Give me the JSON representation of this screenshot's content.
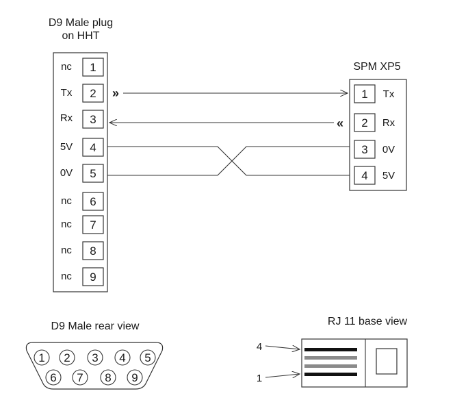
{
  "hht": {
    "title_line1": "D9 Male plug",
    "title_line2": "on HHT",
    "pins": [
      {
        "label": "nc",
        "num": "1"
      },
      {
        "label": "Tx",
        "num": "2"
      },
      {
        "label": "Rx",
        "num": "3"
      },
      {
        "label": "5V",
        "num": "4"
      },
      {
        "label": "0V",
        "num": "5"
      },
      {
        "label": "nc",
        "num": "6"
      },
      {
        "label": "nc",
        "num": "7"
      },
      {
        "label": "nc",
        "num": "8"
      },
      {
        "label": "nc",
        "num": "9"
      }
    ]
  },
  "spm": {
    "title": "SPM XP5",
    "pins": [
      {
        "num": "1",
        "label": "Tx"
      },
      {
        "num": "2",
        "label": "Rx"
      },
      {
        "num": "3",
        "label": "0V"
      },
      {
        "num": "4",
        "label": "5V"
      }
    ]
  },
  "wires": {
    "tx_marker": "»",
    "rx_marker": "«"
  },
  "d9_rear": {
    "title": "D9 Male rear view",
    "top_row": [
      "1",
      "2",
      "3",
      "4",
      "5"
    ],
    "bottom_row": [
      "6",
      "7",
      "8",
      "9"
    ]
  },
  "rj11": {
    "title": "RJ 11 base view",
    "label_top": "4",
    "label_bottom": "1"
  }
}
